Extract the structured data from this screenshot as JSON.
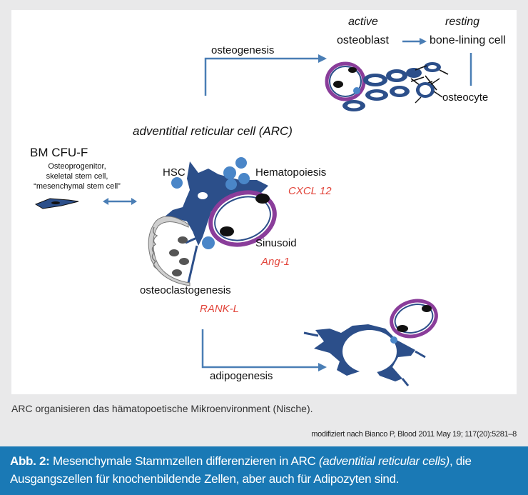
{
  "diagram": {
    "labels": {
      "osteogenesis": "osteogenesis",
      "active": "active",
      "resting": "resting",
      "osteoblast": "osteoblast",
      "bone_lining_cell": "bone-lining cell",
      "osteocyte": "osteocyte",
      "arc": "adventitial reticular cell (ARC)",
      "bm_cfu_f": "BM CFU-F",
      "bm_desc_1": "Osteoprogenitor,",
      "bm_desc_2": "skeletal stem cell,",
      "bm_desc_3": "“mesenchymal stem cell”",
      "hsc": "HSC",
      "hematopoiesis": "Hematopoiesis",
      "cxcl12": "CXCL 12",
      "sinusoid": "Sinusoid",
      "ang1": "Ang-1",
      "osteoclastogenesis": "osteoclastogenesis",
      "rankl": "RANK-L",
      "adipogenesis": "adipogenesis"
    },
    "colors": {
      "cell_blue": "#2c4f8a",
      "light_blue": "#4a86c8",
      "sinusoid_purple": "#8a3d9a",
      "arrow_blue": "#4a7eb5",
      "red_text": "#e2463c"
    }
  },
  "caption": "ARC organisieren das hämatopoetische Mikroenvironment (Nische).",
  "source": "modifiziert nach Bianco P, Blood 2011 May 19; 117(20):5281–8",
  "banner": {
    "label": "Abb. 2:",
    "text_1": " Mesenchymale Stammzellen differenzieren in ARC ",
    "text_italic": "(adventitial reticular cells)",
    "text_2": ", die Ausgangszellen für knochenbildende Zellen, aber auch für Adipozyten sind."
  }
}
